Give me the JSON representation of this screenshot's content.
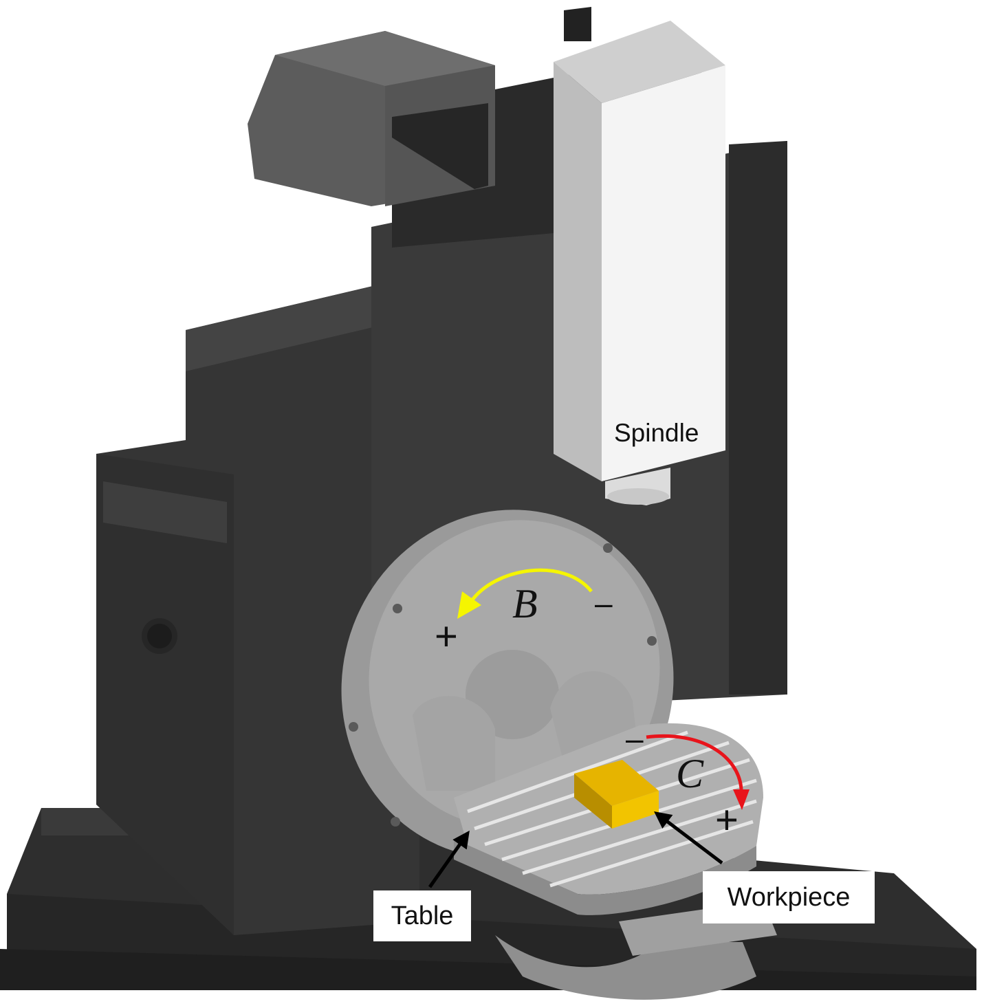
{
  "labels": {
    "spindle": "Spindle",
    "table": "Table",
    "workpiece": "Workpiece"
  },
  "axes": {
    "b": {
      "name": "B",
      "plus": "+",
      "minus": "–",
      "color": "#f5f500"
    },
    "c": {
      "name": "C",
      "plus": "+",
      "minus": "–",
      "color": "#e8141b"
    }
  },
  "colors": {
    "machine_dark": "#3a3a3a",
    "machine_mid": "#555555",
    "table_gray": "#a8a8a8",
    "spindle_white": "#f4f4f4",
    "workpiece_gold": "#d9a400"
  }
}
